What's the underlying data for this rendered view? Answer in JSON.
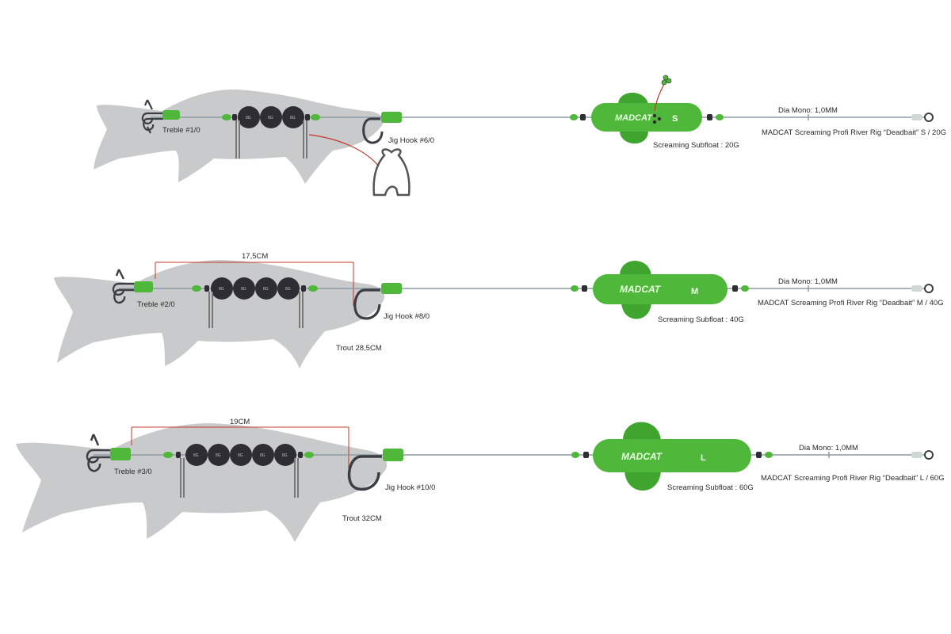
{
  "colors": {
    "fish": "#c9cacb",
    "line": "#8e9aa3",
    "green": "#4fb83b",
    "green_dark": "#2f8f23",
    "bead": "#2e2d33",
    "measure": "#c0392b",
    "hook": "#3b3e44"
  },
  "rigs": [
    {
      "id": "S",
      "treble_label": "Treble #1/0",
      "jig_label": "Jig Hook #6/0",
      "bead_labels": [
        "8G",
        "8G",
        "8G"
      ],
      "float_logo": "MADCAT",
      "float_size": "S",
      "float_label": "Screaming Subfloat : 20G",
      "mono_label": "Dia Mono: 1,0MM",
      "rig_label": "MADCAT Screaming Profi River Rig “Deadbait” S / 20G"
    },
    {
      "id": "M",
      "treble_label": "Treble #2/0",
      "jig_label": "Jig Hook #8/0",
      "measure_label": "17,5CM",
      "trout_label": "Trout 28,5CM",
      "bead_labels": [
        "8G",
        "8G",
        "8G",
        "8G"
      ],
      "float_logo": "MADCAT",
      "float_size": "M",
      "float_label": "Screaming Subfloat : 40G",
      "mono_label": "Dia Mono: 1,0MM",
      "rig_label": "MADCAT Screaming Profi River Rig “Deadbait” M / 40G"
    },
    {
      "id": "L",
      "treble_label": "Treble #3/0",
      "jig_label": "Jig Hook #10/0",
      "measure_label": "19CM",
      "trout_label": "Trout 32CM",
      "bead_labels": [
        "8G",
        "8G",
        "8G",
        "8G",
        "8G"
      ],
      "float_logo": "MADCAT",
      "float_size": "L",
      "float_label": "Screaming Subfloat : 60G",
      "mono_label": "Dia Mono: 1,0MM",
      "rig_label": "MADCAT Screaming Profi River Rig “Deadbait” L / 60G"
    }
  ]
}
